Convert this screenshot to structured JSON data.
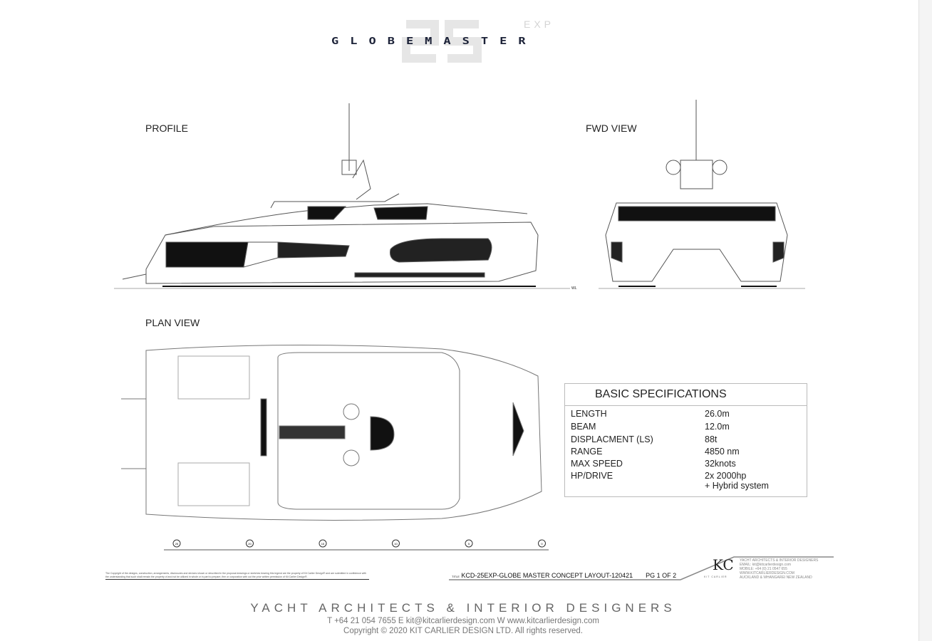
{
  "header": {
    "logo_number": "25",
    "logo_suffix": "EXP",
    "logo_name": "GLOBEMASTER"
  },
  "views": {
    "profile": "PROFILE",
    "fwd": "FWD VIEW",
    "plan": "PLAN VIEW",
    "waterline": "WL"
  },
  "specs": {
    "title": "BASIC SPECIFICATIONS",
    "rows": [
      {
        "label": "LENGTH",
        "value": "26.0m"
      },
      {
        "label": "BEAM",
        "value": "12.0m"
      },
      {
        "label": "DISPLACMENT (LS)",
        "value": "88t"
      },
      {
        "label": "RANGE",
        "value": "4850 nm"
      },
      {
        "label": "MAX SPEED",
        "value": "32knots"
      },
      {
        "label": "HP/DRIVE",
        "value": "2x 2000hp",
        "value2": "+ Hybrid system"
      }
    ]
  },
  "stations": [
    "25",
    "20",
    "15",
    "10",
    "5",
    "0"
  ],
  "titleblock": {
    "prefix": "TITLE",
    "title": "KCD-25EXP-GLOBE MASTER CONCEPT LAYOUT-120421",
    "page": "PG 1 OF 2",
    "copyright_note": "The Copyright of the designs, construction, arrangements, disclosures and devices shown or described in the proposal drawings or sketches bearing this legend are the property of Kit Carlier Design® and are submitted in confidence with the understanding that such shall remain the property of and not be utilized in whole or in part to prepare, firm or corporation with out the prior written permission of Kit Carlier Design®.",
    "firm_line": "YACHT ARCHITECTS & INTERIOR DESIGNERS",
    "contact_lines": [
      "EMAIL: kit@kitcarlierdesign.com",
      "MOBILE: +64 (0) 21 0547 655",
      "WWW.KITCARLIERDESIGN.COM",
      "AUCKLAND & WHANGAREI NEW ZEALAND"
    ],
    "brand": "KIT CARLIER"
  },
  "footer": {
    "tagline": "YACHT ARCHITECTS & INTERIOR DESIGNERS",
    "contact": "T +64 21 054 7655   E kit@kitcarlierdesign.com   W www.kitcarlierdesign.com",
    "copyright": "Copyright © 2020 KIT CARLIER DESIGN LTD. All rights reserved."
  }
}
